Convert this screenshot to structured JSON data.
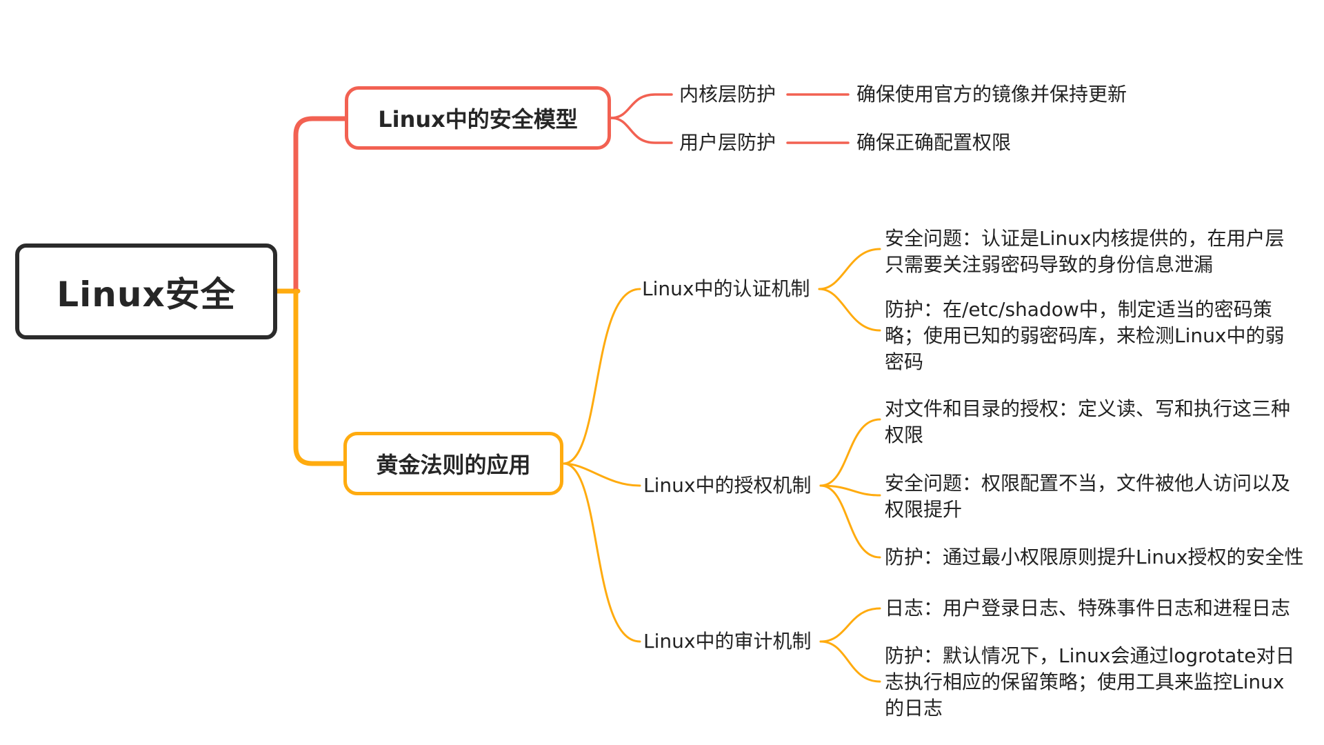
{
  "colors": {
    "root_outline": "#2b2b2b",
    "branch_security_model": "#f26152",
    "branch_golden_rules": "#ffab0f",
    "text": "#222222",
    "background": "#ffffff"
  },
  "root": {
    "label": "Linux安全"
  },
  "branches": [
    {
      "label": "Linux中的安全模型",
      "color": "#f26152",
      "children": [
        {
          "label": "内核层防护",
          "leaves": [
            "确保使用官方的镜像并保持更新"
          ]
        },
        {
          "label": "用户层防护",
          "leaves": [
            "确保正确配置权限"
          ]
        }
      ]
    },
    {
      "label": "黄金法则的应用",
      "color": "#ffab0f",
      "children": [
        {
          "label": "Linux中的认证机制",
          "leaves": [
            "安全问题：认证是Linux内核提供的，在用户层\n只需要关注弱密码导致的身份信息泄漏",
            "防护：在/etc/shadow中，制定适当的密码策\n略；使用已知的弱密码库，来检测Linux中的弱\n密码"
          ]
        },
        {
          "label": "Linux中的授权机制",
          "leaves": [
            "对文件和目录的授权：定义读、写和执行这三种\n权限",
            "安全问题：权限配置不当，文件被他人访问以及\n权限提升",
            "防护：通过最小权限原则提升Linux授权的安全性"
          ]
        },
        {
          "label": "Linux中的审计机制",
          "leaves": [
            "日志：用户登录日志、特殊事件日志和进程日志",
            "防护：默认情况下，Linux会通过logrotate对日\n志执行相应的保留策略；使用工具来监控Linux\n的日志"
          ]
        }
      ]
    }
  ]
}
